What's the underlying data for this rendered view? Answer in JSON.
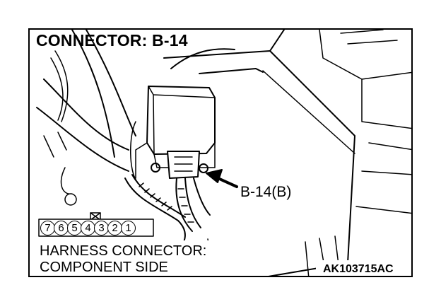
{
  "diagram": {
    "title": "CONNECTOR: B-14",
    "callout_label": "B-14(B)",
    "connector_pins": [
      "7",
      "6",
      "5",
      "4",
      "3",
      "2",
      "1"
    ],
    "caption_line1": "HARNESS CONNECTOR:",
    "caption_line2": "COMPONENT SIDE",
    "reference_code": "AK103715AC"
  }
}
